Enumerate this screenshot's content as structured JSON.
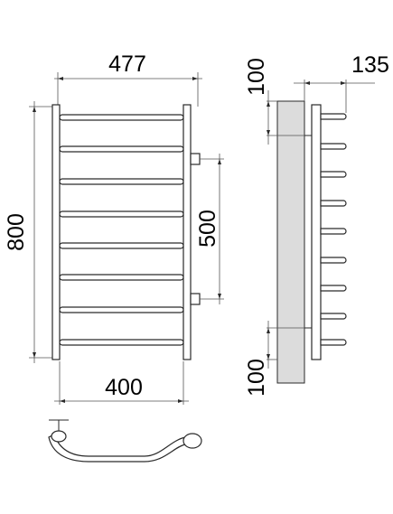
{
  "dimensions": {
    "total_width": "477",
    "side_depth": "135",
    "top_offset": "100",
    "height": "800",
    "mount_spacing": "500",
    "bottom_offset": "100",
    "rail_spacing": "400"
  }
}
